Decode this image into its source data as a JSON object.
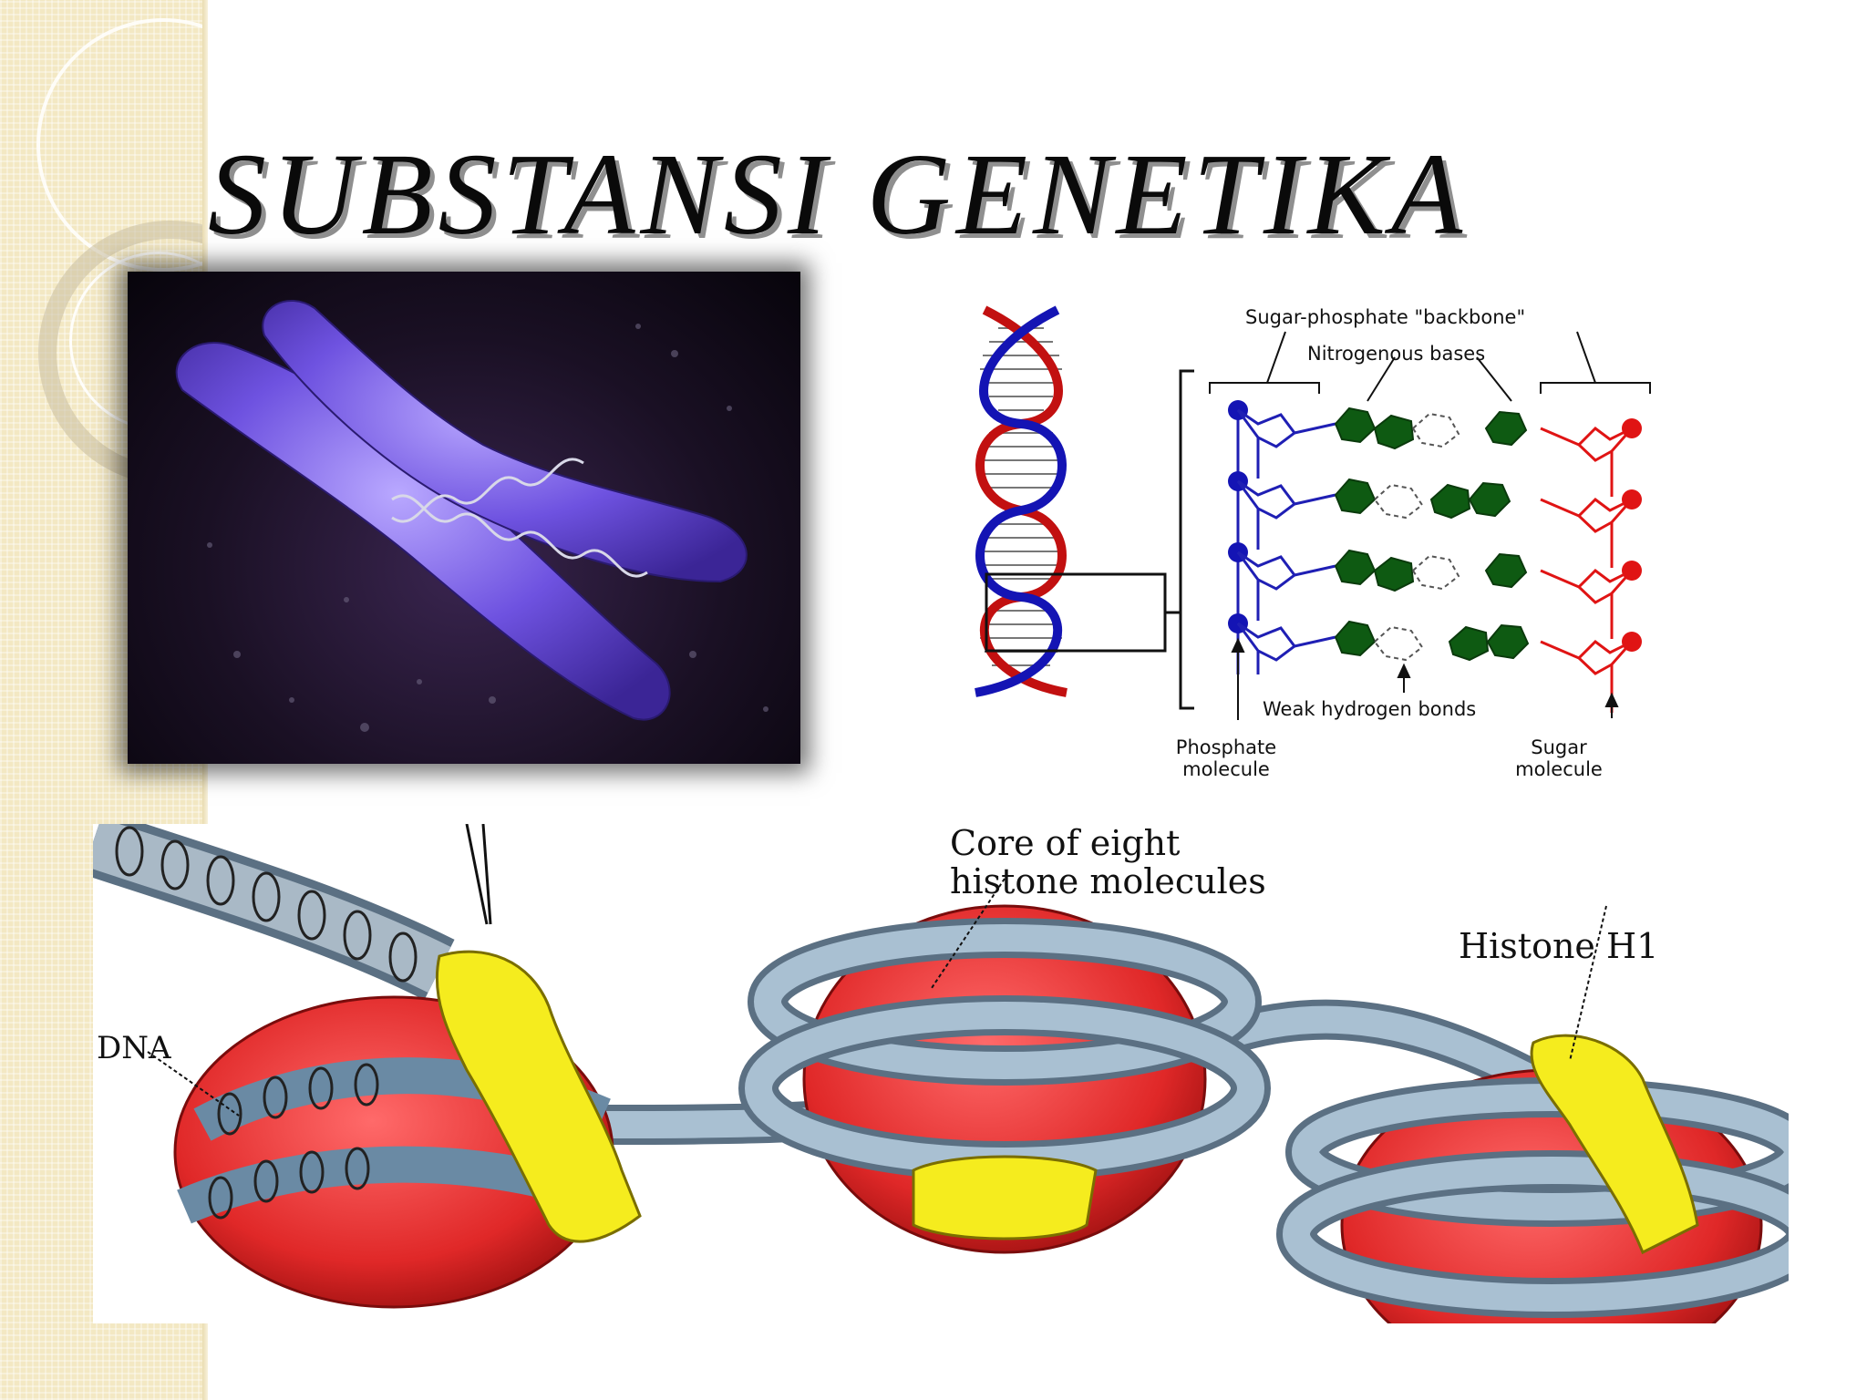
{
  "slide": {
    "title": "SUBSTANSI GENETIKA"
  },
  "dna_structure": {
    "labels": {
      "backbone": "Sugar-phosphate \"backbone\"",
      "nitrogenous_bases": "Nitrogenous bases",
      "hydrogen_bonds": "Weak hydrogen bonds",
      "phosphate_line1": "Phosphate",
      "phosphate_line2": "molecule",
      "sugar_line1": "Sugar",
      "sugar_line2": "molecule"
    },
    "colors": {
      "left_strand": "#1f1fb4",
      "right_strand": "#e01414",
      "bases": "#0e5a12"
    }
  },
  "nucleosome": {
    "labels": {
      "core_line1": "Core of eight",
      "core_line2": "histone molecules",
      "histone_h1": "Histone H1",
      "dna": "DNA"
    },
    "colors": {
      "histone_core": "#e83a3a",
      "dna_tube": "#8fb0c8",
      "histone_h1": "#f5ec1e"
    }
  }
}
